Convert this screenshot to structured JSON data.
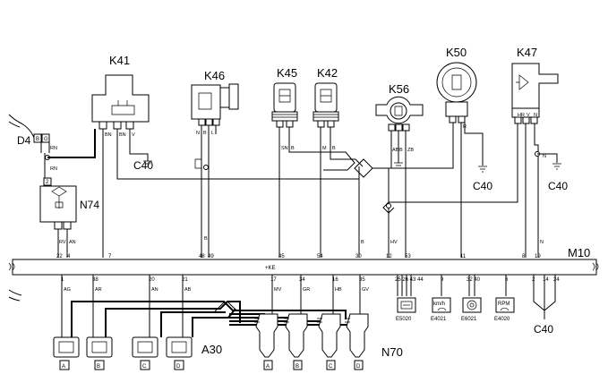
{
  "components": {
    "k41": "K41",
    "k46": "K46",
    "k45": "K45",
    "k42": "K42",
    "k56": "K56",
    "k50": "K50",
    "k47": "K47",
    "d4": "D4",
    "n74": "N74",
    "a30": "A30",
    "n70": "N70",
    "m10": "M10",
    "c40_a": "C40",
    "c40_b": "C40",
    "c40_c": "C40",
    "c40_d": "C40"
  },
  "d4_pins": [
    "B",
    "G"
  ],
  "pins_top": [
    {
      "id": "p22",
      "label": "22"
    },
    {
      "id": "p4",
      "label": "4"
    },
    {
      "id": "p7",
      "label": "7"
    },
    {
      "id": "p48",
      "label": "48"
    },
    {
      "id": "p49",
      "label": "49"
    },
    {
      "id": "p45",
      "label": "45"
    },
    {
      "id": "p54",
      "label": "54"
    },
    {
      "id": "p30",
      "label": "30"
    },
    {
      "id": "p12",
      "label": "12"
    },
    {
      "id": "p53",
      "label": "53"
    },
    {
      "id": "p11",
      "label": "11"
    },
    {
      "id": "p8",
      "label": "8"
    },
    {
      "id": "p19",
      "label": "19"
    }
  ],
  "pins_bottom": [
    {
      "id": "b1",
      "label": "1"
    },
    {
      "id": "b38",
      "label": "38"
    },
    {
      "id": "b20",
      "label": "20"
    },
    {
      "id": "b21",
      "label": "21"
    },
    {
      "id": "b17",
      "label": "17"
    },
    {
      "id": "b34",
      "label": "34"
    },
    {
      "id": "b16",
      "label": "16"
    },
    {
      "id": "b35",
      "label": "35"
    },
    {
      "id": "b25",
      "label": "25 26 43 44"
    },
    {
      "id": "b9",
      "label": "9"
    },
    {
      "id": "b32",
      "label": "32 40"
    },
    {
      "id": "b6",
      "label": "6"
    },
    {
      "id": "b2",
      "label": "2"
    },
    {
      "id": "b14",
      "label": "14"
    },
    {
      "id": "b24",
      "label": "24"
    }
  ],
  "wire_codes": {
    "rn1": "RN",
    "rn2": "RN",
    "rv": "RV",
    "an1": "AN",
    "bn1": "BN",
    "bn2": "BN",
    "v1": "V",
    "n1": "N",
    "b1": "B",
    "l1": "L",
    "sn": "SN",
    "b2": "B",
    "m1": "M",
    "b3": "B",
    "ab": "AB",
    "b4": "B",
    "zb": "ZB",
    "b5": "B",
    "r1": "R",
    "hr": "HR",
    "v2": "V",
    "n2": "N",
    "n3": "N",
    "b6": "B",
    "hv": "HV",
    "n4": "N",
    "ag": "AG",
    "ar": "AR",
    "an2": "AN",
    "ab2": "AB",
    "mv": "MV",
    "gr": "GR",
    "hb": "HB",
    "gv": "GV"
  },
  "a30_labels": [
    "A",
    "B",
    "C",
    "D"
  ],
  "n70_labels": [
    "A",
    "B",
    "C",
    "D"
  ],
  "gauges": [
    {
      "id": "g1",
      "code": "E5020"
    },
    {
      "id": "g2",
      "code": "E4021"
    },
    {
      "id": "g3",
      "code": "E6021"
    },
    {
      "id": "g4",
      "code": "E4020"
    }
  ],
  "gauge_texts": [
    "km/h",
    "RPM"
  ],
  "plus_label": "+KE"
}
